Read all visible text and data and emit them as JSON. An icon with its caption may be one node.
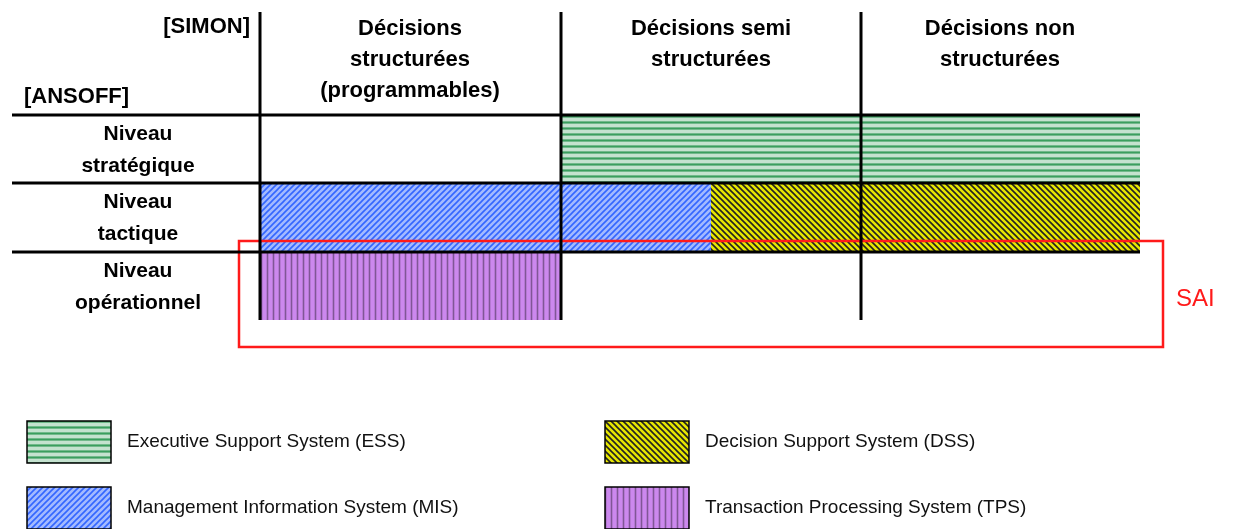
{
  "diagram": {
    "nodes": [
      {
        "text": [],
        "shape": "bar"
      },
      {
        "text": [],
        "shape": "bar"
      },
      {
        "text": [],
        "shape": "bar"
      },
      {
        "text": [],
        "shape": "bar",
        "in": 4
      },
      {
        "text": [
          "SAI"
        ]
      }
    ],
    "edges": [],
    "labels": [
      "[SIMON]",
      "[ANSOFF]",
      "Décisions structurées (programmables)",
      "Décisions semi structurées",
      "Décisions non structurées",
      "Niveau stratégique",
      "Niveau tactique",
      "Niveau opérationnel"
    ],
    "legend": [
      {
        "text": "Executive Support System (ESS)",
        "color": "#3a9e5e"
      },
      {
        "text": "Decision Support System (DSS)",
        "color": "#e6e600"
      },
      {
        "text": "Management Information System (MIS)",
        "color": "#3366ff"
      },
      {
        "text": "Transaction Processing System (TPS)",
        "color": "#cc88ee"
      }
    ]
  }
}
